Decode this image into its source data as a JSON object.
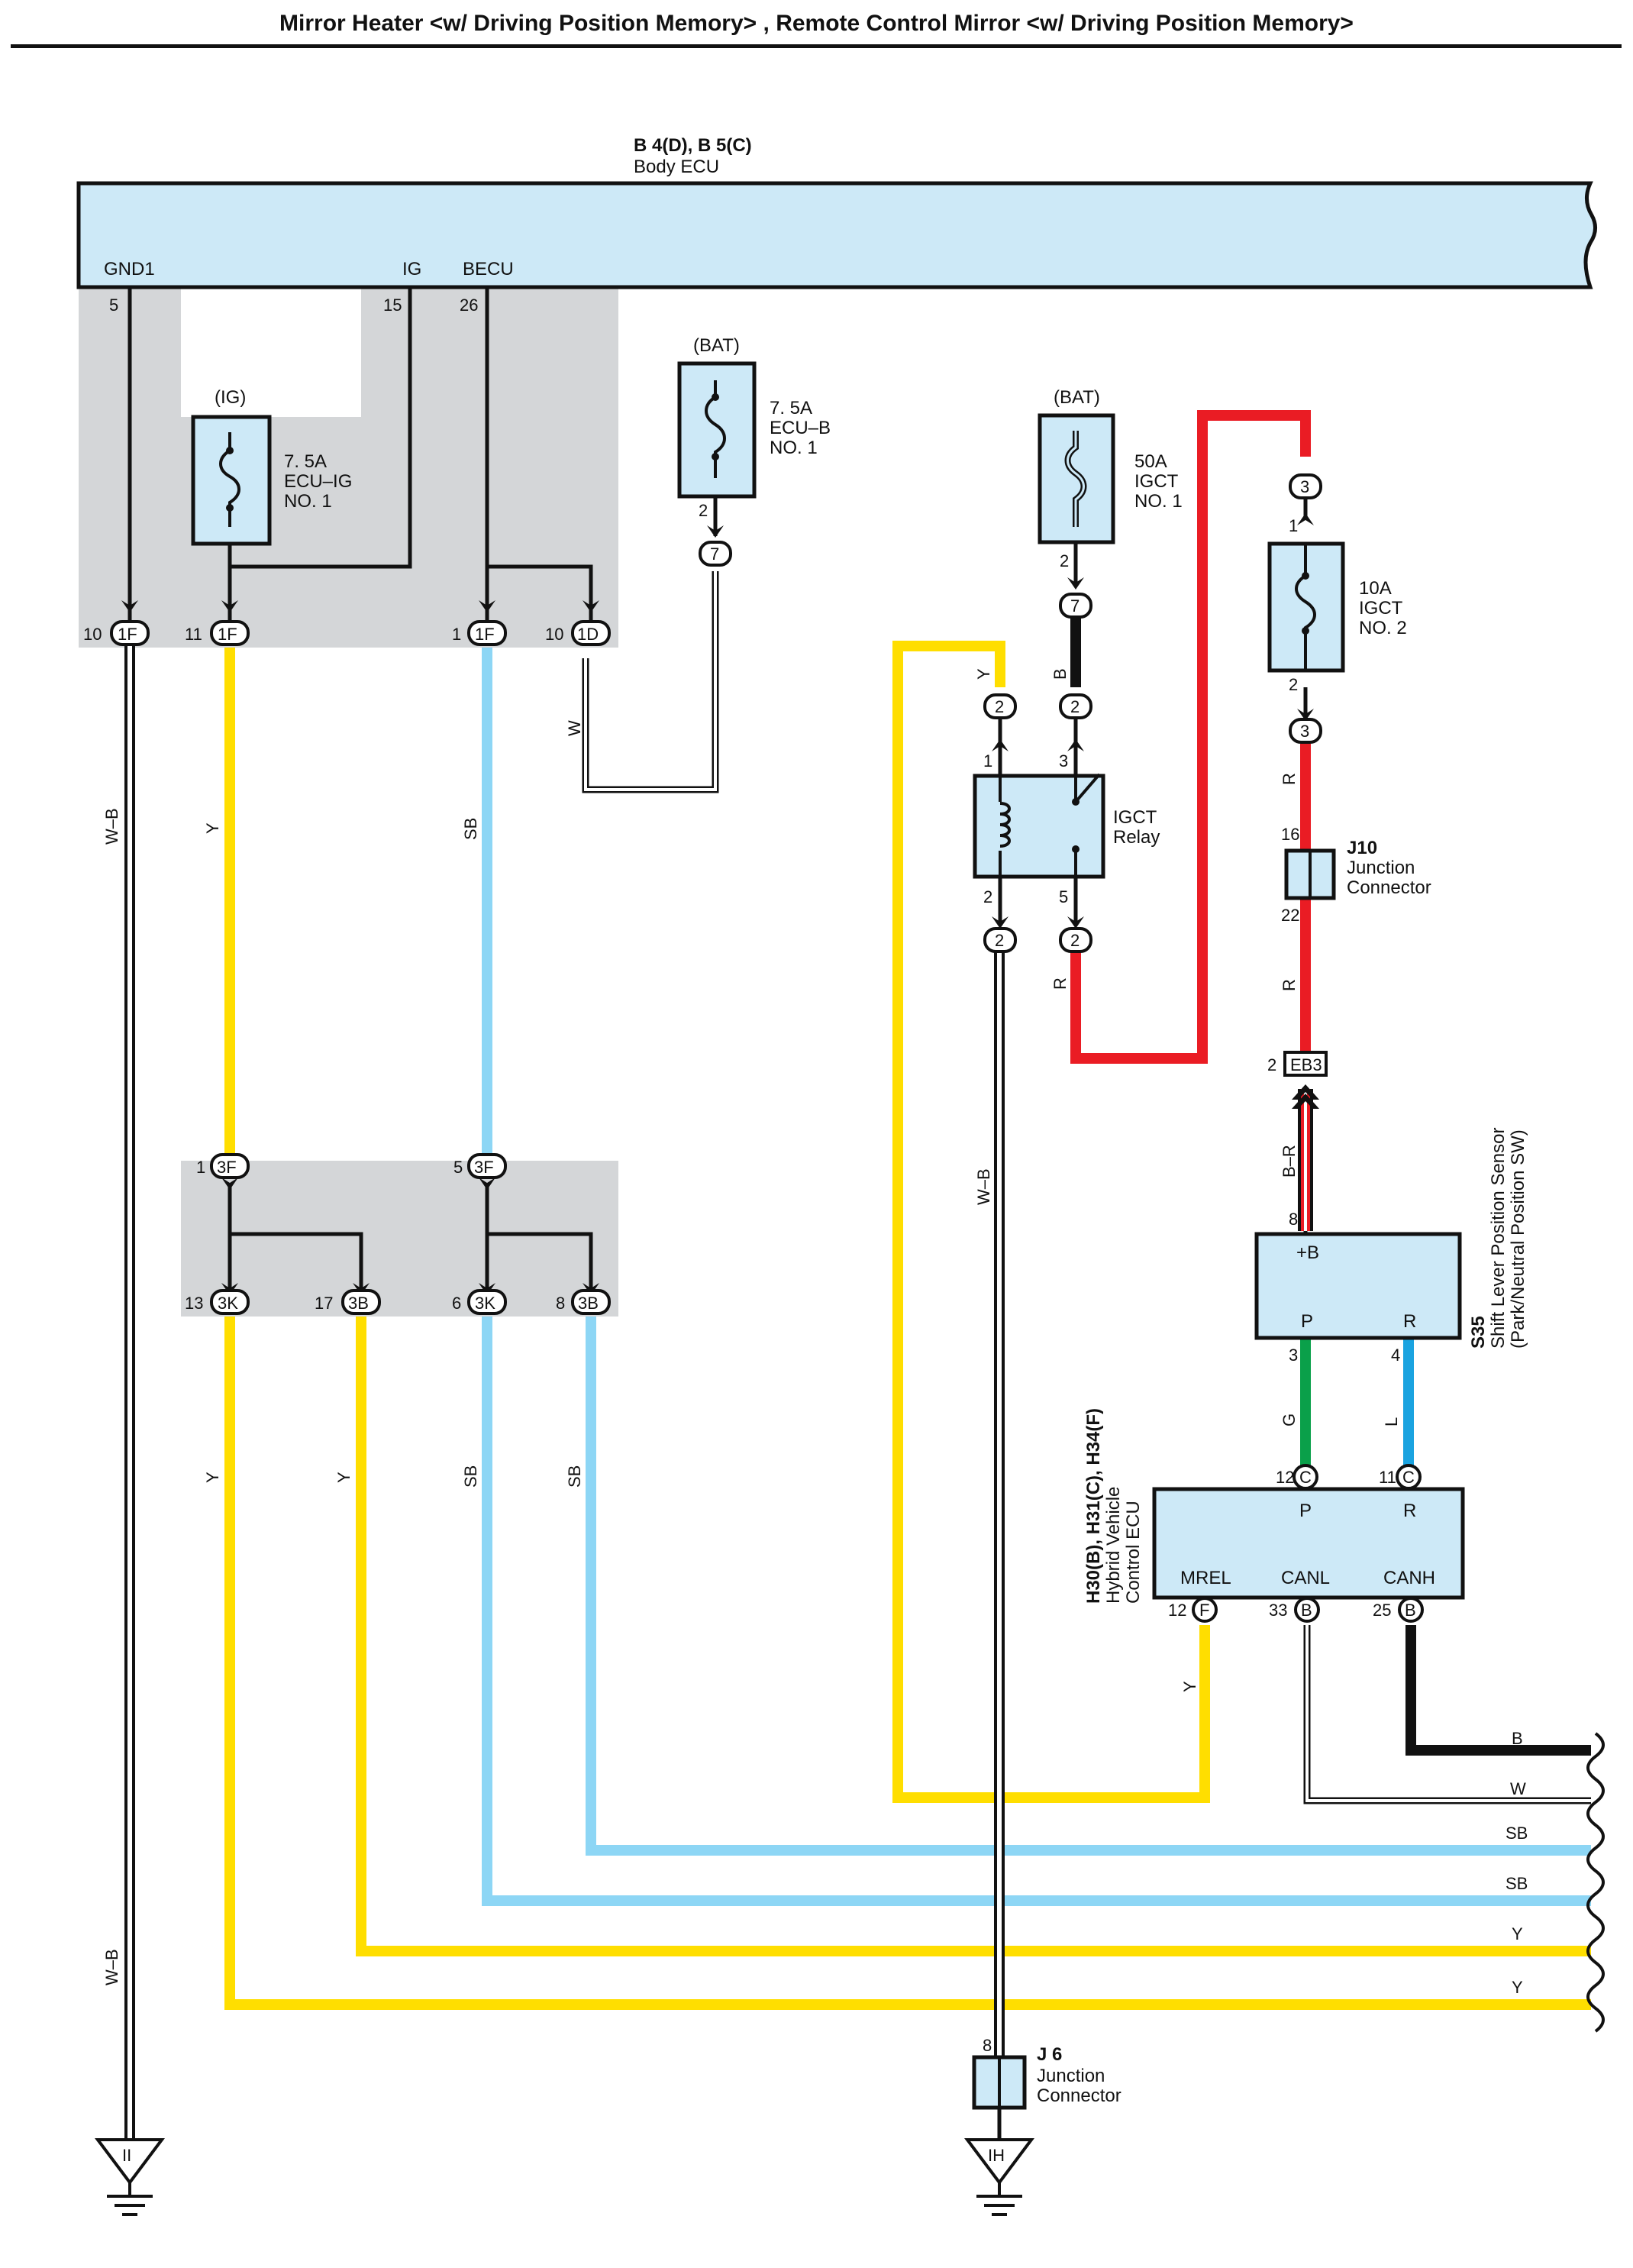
{
  "title": "Mirror Heater <w/ Driving Position Memory> , Remote Control Mirror <w/ Driving Position Memory>",
  "colors": {
    "Y": "#ffde00",
    "SB": "#8dd6f5",
    "R": "#ea1c24",
    "B": "#111111",
    "G": "#0aa04a",
    "L": "#1aa3e0",
    "W": "#ffffff",
    "component_fill": "#cde9f7",
    "shaded_box": "#d4d6d8"
  },
  "body_ecu": {
    "code": "B 4(D), B 5(C)",
    "name": "Body ECU",
    "pins": [
      {
        "label": "GND1",
        "number": "5"
      },
      {
        "label": "IG",
        "number": "15"
      },
      {
        "label": "BECU",
        "number": "26"
      }
    ]
  },
  "fuses": {
    "ecu_ig": {
      "source": "(IG)",
      "rating": "7. 5A",
      "name1": "ECU–IG",
      "name2": "NO. 1"
    },
    "ecu_b": {
      "source": "(BAT)",
      "rating": "7. 5A",
      "name1": "ECU–B",
      "name2": "NO. 1",
      "pin": "2",
      "connector": "7"
    },
    "igct1": {
      "source": "(BAT)",
      "rating": "50A",
      "name1": "IGCT",
      "name2": "NO. 1",
      "pin": "2",
      "connector": "7"
    },
    "igct2": {
      "rating": "10A",
      "name1": "IGCT",
      "name2": "NO. 2",
      "pin_top": "1",
      "pin_bottom": "2",
      "connector_top": "3",
      "connector_bottom": "3"
    }
  },
  "connectors_top": [
    {
      "pin": "10",
      "name": "1F"
    },
    {
      "pin": "11",
      "name": "1F"
    },
    {
      "pin": "1",
      "name": "1F"
    },
    {
      "pin": "10",
      "name": "1D"
    }
  ],
  "connectors_mid_top": [
    {
      "pin": "1",
      "name": "3F"
    },
    {
      "pin": "5",
      "name": "3F"
    }
  ],
  "connectors_mid_bottom": [
    {
      "pin": "13",
      "name": "3K"
    },
    {
      "pin": "17",
      "name": "3B"
    },
    {
      "pin": "6",
      "name": "3K"
    },
    {
      "pin": "8",
      "name": "3B"
    }
  ],
  "relay": {
    "name1": "IGCT",
    "name2": "Relay",
    "pin1": "1",
    "pin3": "3",
    "pin2": "2",
    "pin5": "5",
    "conn_in_left": "2",
    "conn_in_right": "2",
    "conn_out_left": "2",
    "conn_out_right": "2"
  },
  "j10": {
    "code": "J10",
    "name1": "Junction",
    "name2": "Connector",
    "pin_top": "16",
    "pin_bottom": "22"
  },
  "eb3": {
    "pin": "2",
    "name": "EB3"
  },
  "s35": {
    "code": "S35",
    "name1": "Shift Lever Position Sensor",
    "name2": "(Park/Neutral Position SW)",
    "label_b": "+B",
    "label_p": "P",
    "label_r": "R",
    "pin_b": "8",
    "pin_p": "3",
    "pin_r": "4"
  },
  "hv_ecu": {
    "code": "H30(B), H31(C), H34(F)",
    "name1": "Hybrid Vehicle",
    "name2": "Control ECU",
    "label_p": "P",
    "label_r": "R",
    "label_mrel": "MREL",
    "label_canl": "CANL",
    "label_canh": "CANH",
    "pin_p": "12",
    "conn_p": "C",
    "pin_r": "11",
    "conn_r": "C",
    "pin_mrel": "12",
    "conn_mrel": "F",
    "pin_canl": "33",
    "conn_canl": "B",
    "pin_canh": "25",
    "conn_canh": "B"
  },
  "j6": {
    "code": "J 6",
    "name1": "Junction",
    "name2": "Connector",
    "pin": "8"
  },
  "grounds": [
    {
      "label": "II"
    },
    {
      "label": "IH"
    }
  ],
  "wire_labels": {
    "wb_top": "W–B",
    "y_top": "Y",
    "sb_top": "SB",
    "w_bat": "W",
    "y_relay": "Y",
    "b_relay": "B",
    "r_relay": "R",
    "r_fuse2": "R",
    "r_j10": "R",
    "br_eb3": "B–R",
    "wb_mid": "W–B",
    "y_mid1": "Y",
    "y_mid2": "Y",
    "sb_mid1": "SB",
    "sb_mid2": "SB",
    "g_s35": "G",
    "l_s35": "L",
    "y_mrel": "Y",
    "wb_bottom": "W–B"
  },
  "bus_labels": [
    "B",
    "W",
    "SB",
    "SB",
    "Y",
    "Y"
  ]
}
